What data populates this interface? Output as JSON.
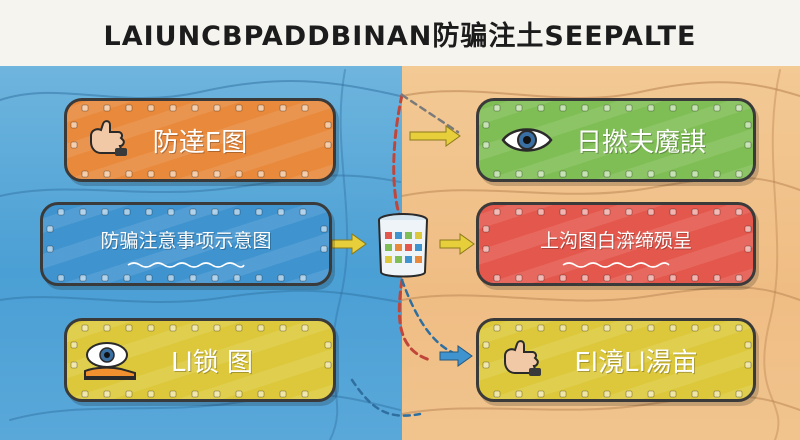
{
  "title": "LAIUNCBPADDBINAN防骗注土SEEPALTE",
  "colors": {
    "left_panel": "#4a9fd4",
    "right_panel": "#efbd84",
    "orange": "#e8893b",
    "blue": "#3f93cf",
    "yellow": "#dcc83a",
    "green": "#7fbe55",
    "red": "#e4574c",
    "arrow": "#e6cf3a"
  },
  "cards": {
    "left_top": {
      "label": "防逹E图",
      "icon": "hand-pointer-icon"
    },
    "left_middle": {
      "label": "防骗注意事项示意图"
    },
    "left_bottom": {
      "label": "Ll锁 图",
      "icon": "eye-shoe-icon"
    },
    "right_top": {
      "label": "日撚夫魔諆",
      "icon": "eye-icon"
    },
    "right_middle": {
      "label": "上沟图白㴒缔殒呈"
    },
    "right_bottom": {
      "label": "El滰Ll湯亩",
      "icon": "hand-pointer-icon"
    }
  },
  "hub": {
    "icon": "lantern-icon"
  }
}
